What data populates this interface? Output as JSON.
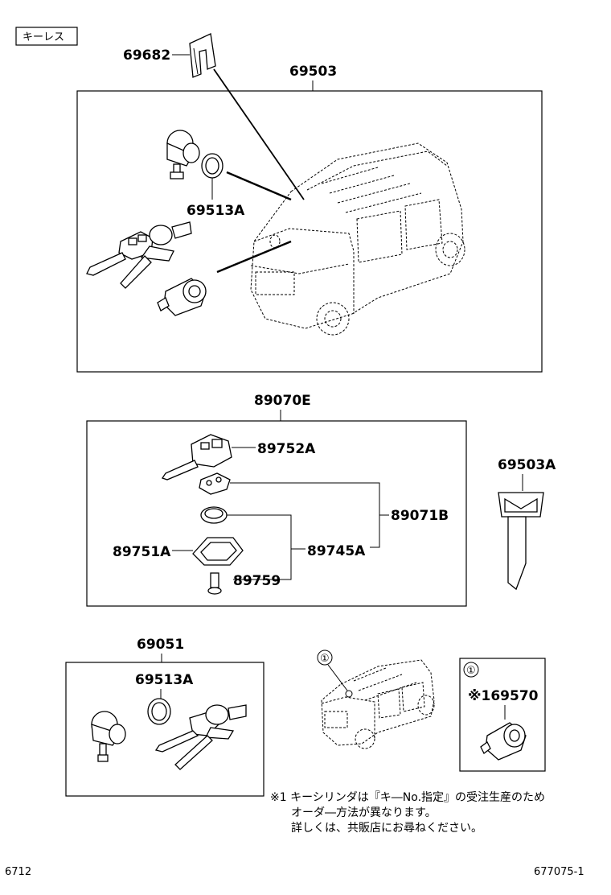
{
  "legend_label": "キーレス",
  "parts": {
    "p69682": "69682",
    "p69503": "69503",
    "p69513A_top": "69513A",
    "p89070E": "89070E",
    "p89752A": "89752A",
    "p89071B": "89071B",
    "p89745A": "89745A",
    "p89751A": "89751A",
    "p89759": "89759",
    "p69503A": "69503A",
    "p69051": "69051",
    "p69513A_bottom": "69513A",
    "p69570": "※169570"
  },
  "callout_mark": "①",
  "note": {
    "line1": "※1 キーシリンダは『キ―No.指定』の受注生産のため",
    "line2": "オーダ―方法が異なります。",
    "line3": "詳しくは、共販店にお尋ねください。"
  },
  "footer": {
    "left": "6712",
    "right": "677075-1"
  }
}
